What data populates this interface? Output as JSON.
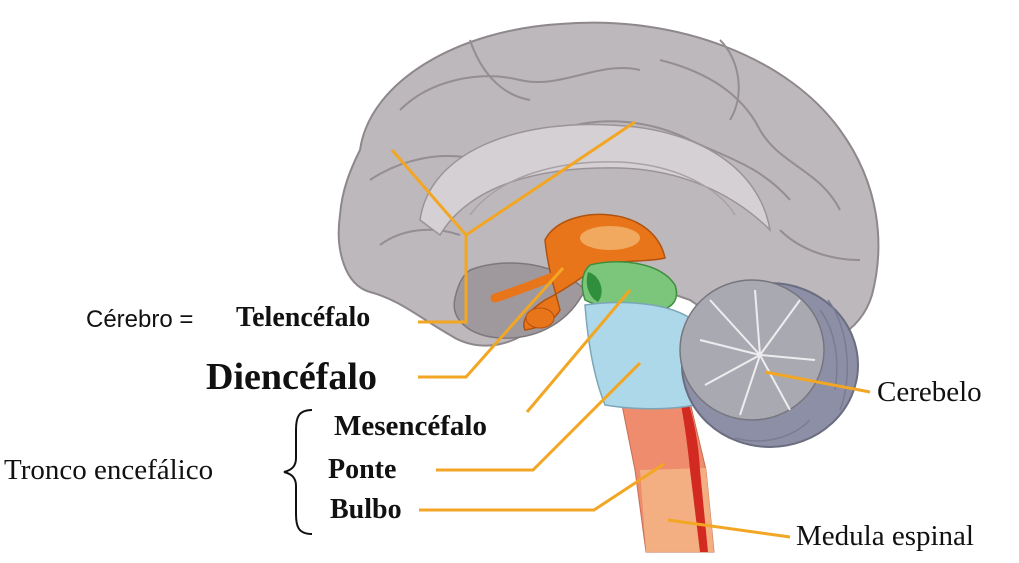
{
  "labels": {
    "cerebro_prefix": "Cérebro =",
    "telencefalo": "Telencéfalo",
    "diencefalo": "Diencéfalo",
    "mesencefalo": "Mesencéfalo",
    "ponte": "Ponte",
    "bulbo": "Bulbo",
    "tronco": "Tronco encefálico",
    "cerebelo": "Cerebelo",
    "medula": "Medula espinal"
  },
  "colors": {
    "leader_line": "#f2a623",
    "cortex": "#bdb8bb",
    "cortex_dark": "#8e888c",
    "diencephalon": "#e9751b",
    "midbrain": "#7bc67b",
    "pons_medulla": "#add8ea",
    "cerebellum": "#a9a9b1",
    "spinal_cord": "#ef8c6d",
    "spinal_cord_lower": "#f3b183",
    "central_canal": "#d22a20"
  }
}
